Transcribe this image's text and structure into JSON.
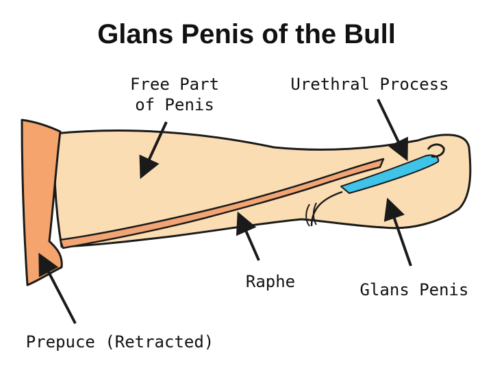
{
  "title": "Glans Penis of the Bull",
  "labels": {
    "free_part": "Free Part\nof Penis",
    "urethral_process": "Urethral Process",
    "raphe": "Raphe",
    "glans_penis": "Glans Penis",
    "prepuce": "Prepuce (Retracted)"
  },
  "colors": {
    "skin": "#FBDDB3",
    "prepuce": "#F4A46C",
    "raphe": "#F2A574",
    "urethra": "#3FC3E8",
    "outline": "#1a1a1a"
  }
}
